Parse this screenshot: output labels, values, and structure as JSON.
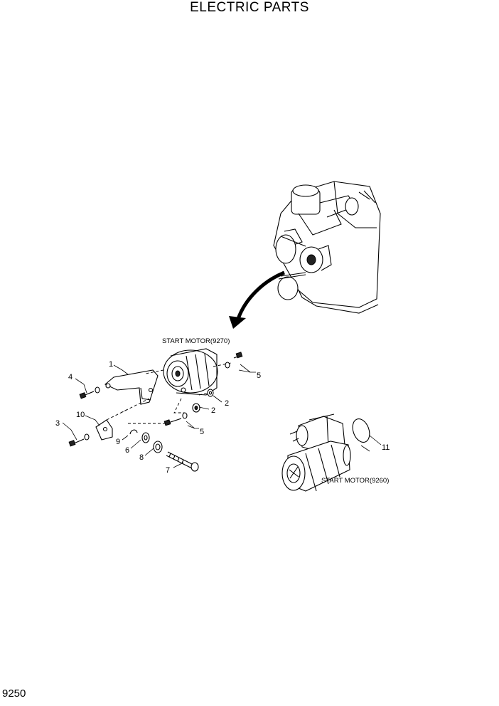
{
  "title": "ELECTRIC PARTS",
  "page_number": "9250",
  "captions": {
    "motor_9270": "START MOTOR(9270)",
    "motor_9260": "START MOTOR(9260)"
  },
  "callouts": {
    "c1": "1",
    "c2a": "2",
    "c2b": "2",
    "c3": "3",
    "c4": "4",
    "c5a": "5",
    "c5b": "5",
    "c6": "6",
    "c7": "7",
    "c8": "8",
    "c9": "9",
    "c10": "10",
    "c11": "11"
  }
}
